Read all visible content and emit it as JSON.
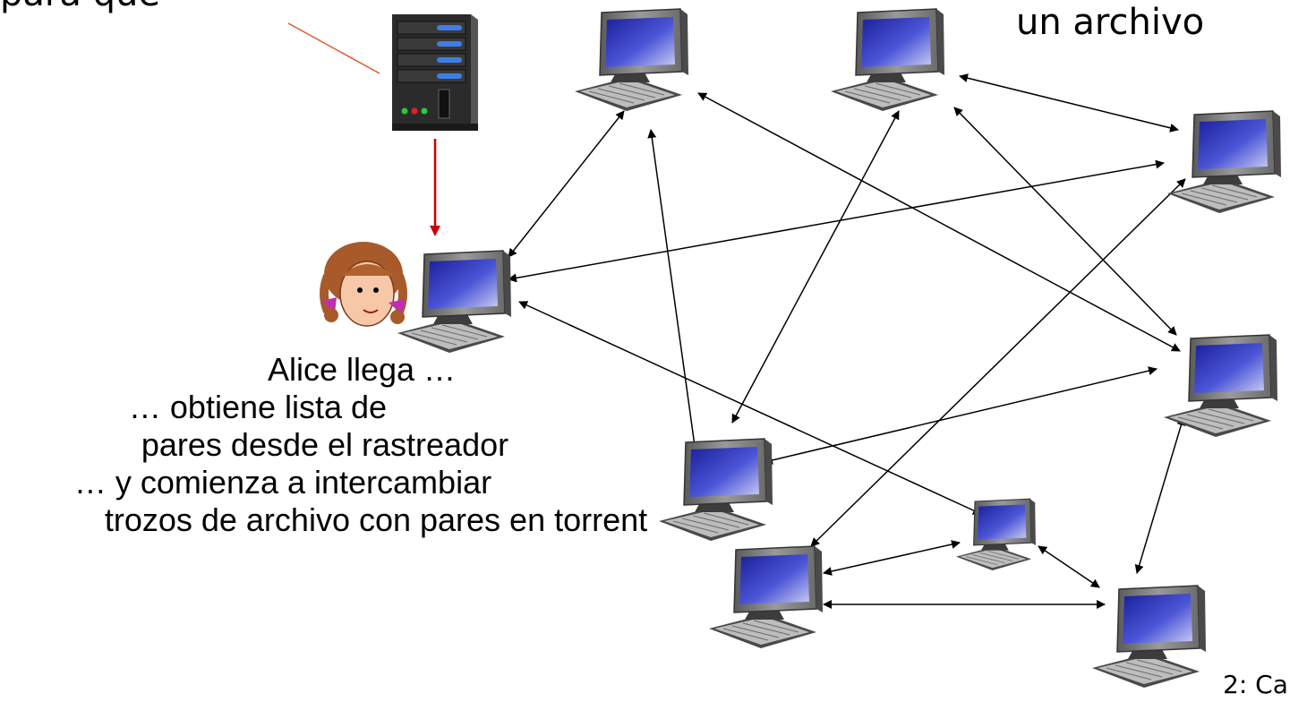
{
  "top_fragment": "para que",
  "title_fragment": "un archivo",
  "caption_lines": [
    "Alice llega  …",
    "… obtiene lista de",
    "pares desde el rastreador",
    "… y comienza a intercambiar",
    "trozos de archivo con pares en torrent"
  ],
  "footer": "2: Ca",
  "colors": {
    "arrow": "#000000",
    "tracker_arrow": "#cc0000",
    "pointer_line": "#e05a2a",
    "monitor_screen": "#3c43c8",
    "computer_body": "#8a8a8a"
  },
  "icons": [
    "tracker-server-icon",
    "alice-icon",
    "computer-icon"
  ]
}
